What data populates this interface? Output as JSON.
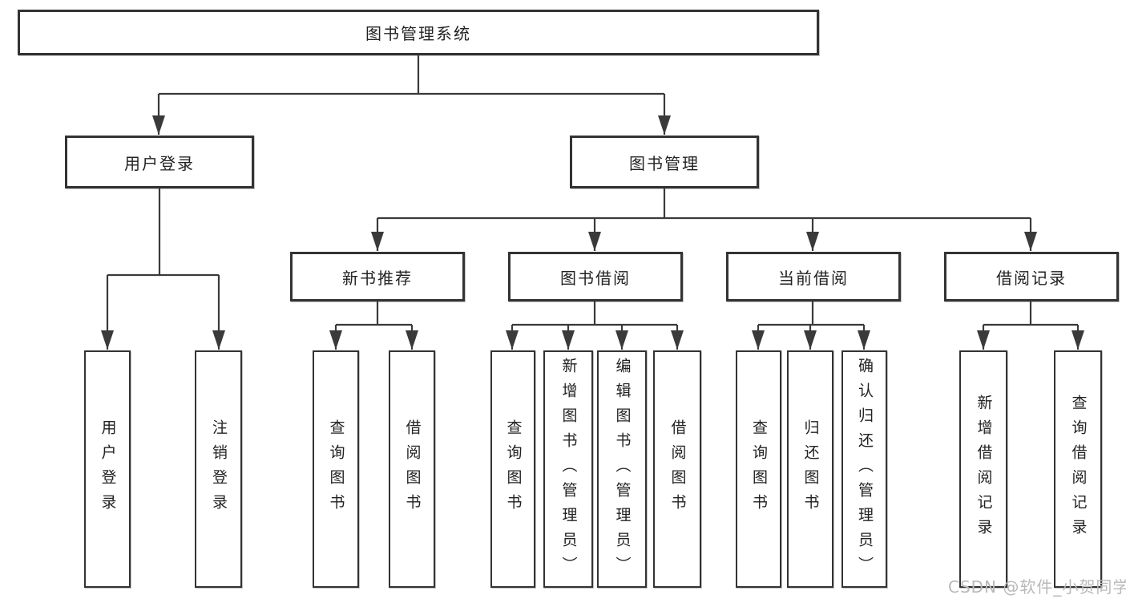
{
  "diagram_type": "hierarchy-tree",
  "tree": {
    "root": "图书管理系统",
    "children": [
      {
        "label": "用户登录",
        "children": [
          "用户登录",
          "注销登录"
        ]
      },
      {
        "label": "图书管理",
        "children": [
          {
            "label": "新书推荐",
            "children": [
              "查询图书",
              "借阅图书"
            ]
          },
          {
            "label": "图书借阅",
            "children": [
              "查询图书",
              "新增图书（管理员）",
              "编辑图书（管理员）",
              "借阅图书"
            ]
          },
          {
            "label": "当前借阅",
            "children": [
              "查询图书",
              "归还图书",
              "确认归还（管理员）"
            ]
          },
          {
            "label": "借阅记录",
            "children": [
              "新增借阅记录",
              "查询借阅记录"
            ]
          }
        ]
      }
    ]
  },
  "watermark": "CSDN @软件_小贺同学",
  "colors": {
    "box_border": "#333333",
    "connector": "#3a3a3a",
    "text": "#222222",
    "watermark_text": "#b9b9b9",
    "background": "#ffffff"
  }
}
